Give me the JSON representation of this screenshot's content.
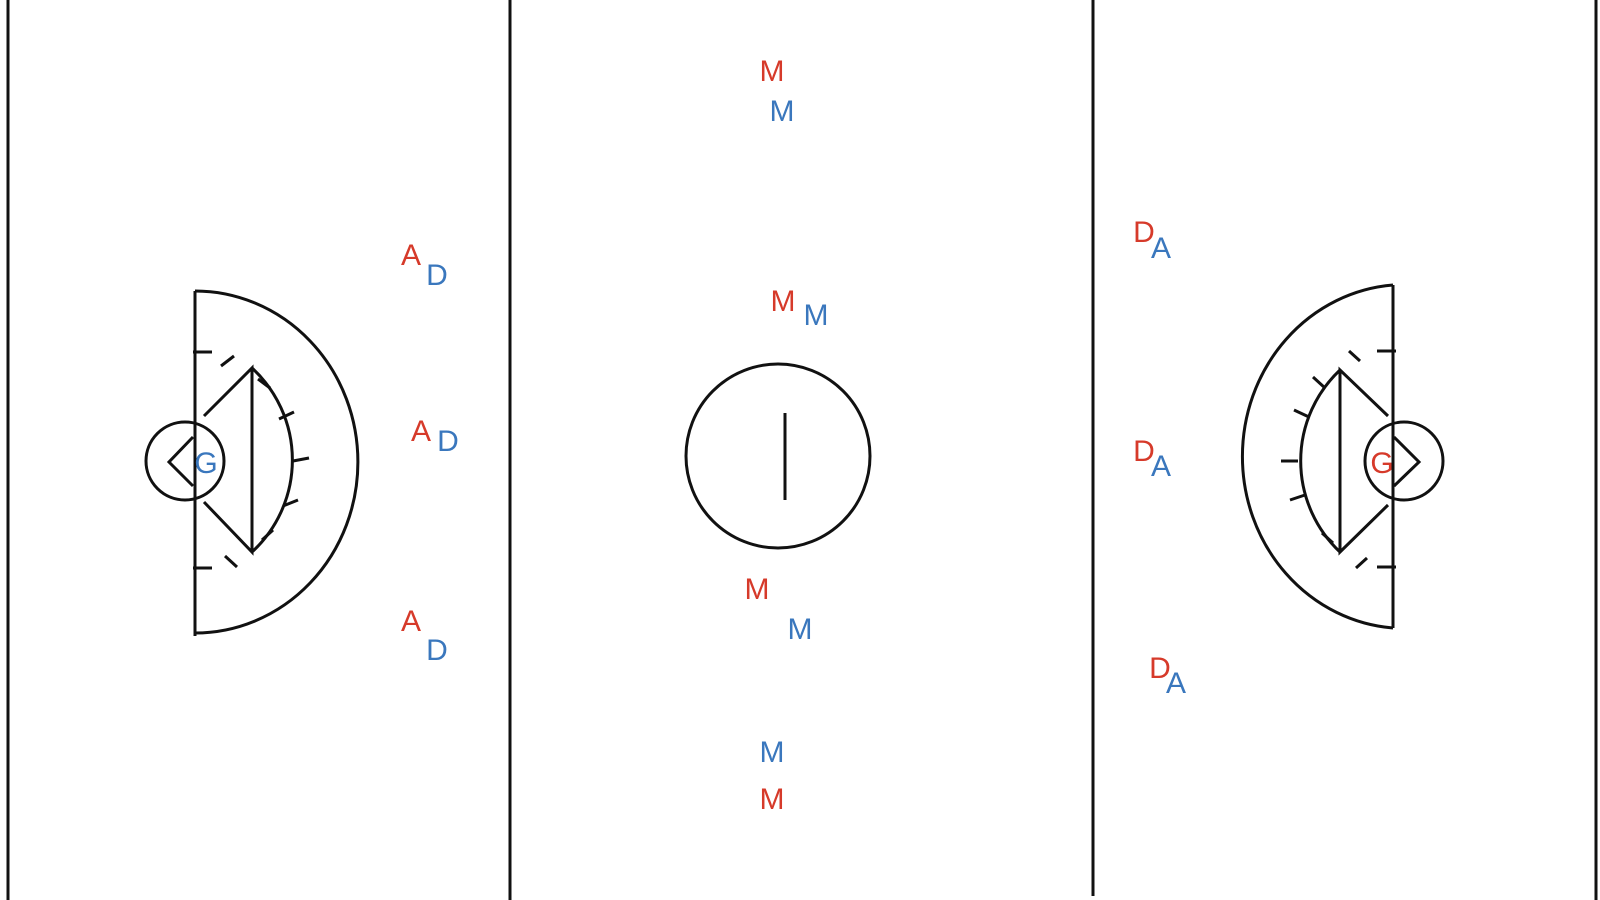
{
  "colors": {
    "red_team": "#d63a2a",
    "blue_team": "#3a77bd",
    "lines": "#111111",
    "background": "#ffffff"
  },
  "players": [
    {
      "id": "red-m-top",
      "label": "M",
      "team": "red"
    },
    {
      "id": "blue-m-top",
      "label": "M",
      "team": "blue"
    },
    {
      "id": "red-m-upper",
      "label": "M",
      "team": "red"
    },
    {
      "id": "blue-m-upper",
      "label": "M",
      "team": "blue"
    },
    {
      "id": "red-m-lower",
      "label": "M",
      "team": "red"
    },
    {
      "id": "blue-m-lower",
      "label": "M",
      "team": "blue"
    },
    {
      "id": "blue-m-bottom",
      "label": "M",
      "team": "blue"
    },
    {
      "id": "red-m-bottom",
      "label": "M",
      "team": "red"
    },
    {
      "id": "red-a-left-1",
      "label": "A",
      "team": "red"
    },
    {
      "id": "blue-d-left-1",
      "label": "D",
      "team": "blue"
    },
    {
      "id": "red-a-left-2",
      "label": "A",
      "team": "red"
    },
    {
      "id": "blue-d-left-2",
      "label": "D",
      "team": "blue"
    },
    {
      "id": "red-a-left-3",
      "label": "A",
      "team": "red"
    },
    {
      "id": "blue-d-left-3",
      "label": "D",
      "team": "blue"
    },
    {
      "id": "blue-g-left",
      "label": "G",
      "team": "blue"
    },
    {
      "id": "red-d-right-1",
      "label": "D",
      "team": "red"
    },
    {
      "id": "blue-a-right-1",
      "label": "A",
      "team": "blue"
    },
    {
      "id": "red-d-right-2",
      "label": "D",
      "team": "red"
    },
    {
      "id": "blue-a-right-2",
      "label": "A",
      "team": "blue"
    },
    {
      "id": "red-d-right-3",
      "label": "D",
      "team": "red"
    },
    {
      "id": "blue-a-right-3",
      "label": "A",
      "team": "blue"
    },
    {
      "id": "red-g-right",
      "label": "G",
      "team": "red"
    }
  ]
}
